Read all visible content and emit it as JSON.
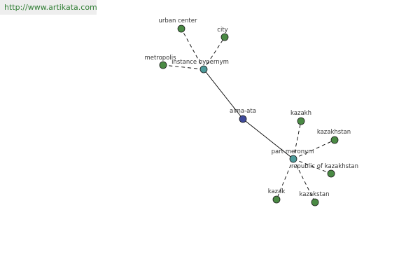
{
  "watermark": "http://www.artikata.com",
  "colors": {
    "center": "#3f4a9a",
    "relation": "#4c9a9a",
    "leaf": "#4a8a44"
  },
  "nodes": {
    "center": "alma-ata",
    "relation1": "instance hypernym",
    "relation2": "part meronym",
    "urban_center": "urban center",
    "city": "city",
    "metropolis": "metropolis",
    "kazakh": "kazakh",
    "kazakhstan": "kazakhstan",
    "republic_of_kazakhstan": "republic of kazakhstan",
    "kazak": "kazak",
    "kazakstan": "kazakstan"
  }
}
